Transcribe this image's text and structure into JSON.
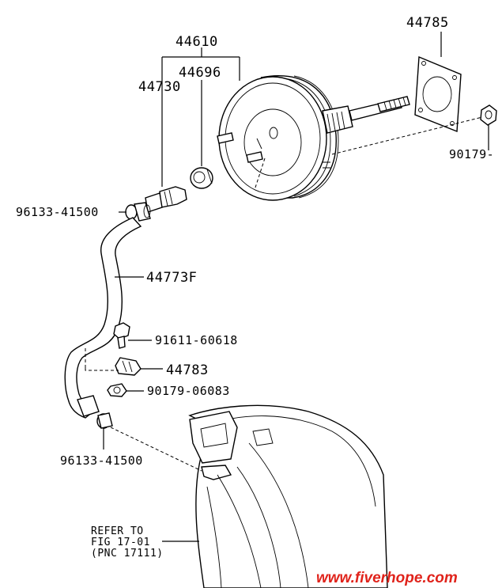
{
  "labels": {
    "p44610": "44610",
    "p44696": "44696",
    "p44730": "44730",
    "p44785": "44785",
    "p90179_top": "90179-",
    "p96133_top": "96133-41500",
    "p44773F": "44773F",
    "p91611": "91611-60618",
    "p44783": "44783",
    "p90179_bottom": "90179-06083",
    "p96133_bottom": "96133-41500"
  },
  "reference": {
    "line1": "REFER TO",
    "line2": "FIG 17-01",
    "line3": "(PNC 17111)"
  },
  "watermark": "www.fiverhope.com",
  "colors": {
    "line": "#000000",
    "watermark": "#e0231b",
    "background": "#ffffff"
  }
}
